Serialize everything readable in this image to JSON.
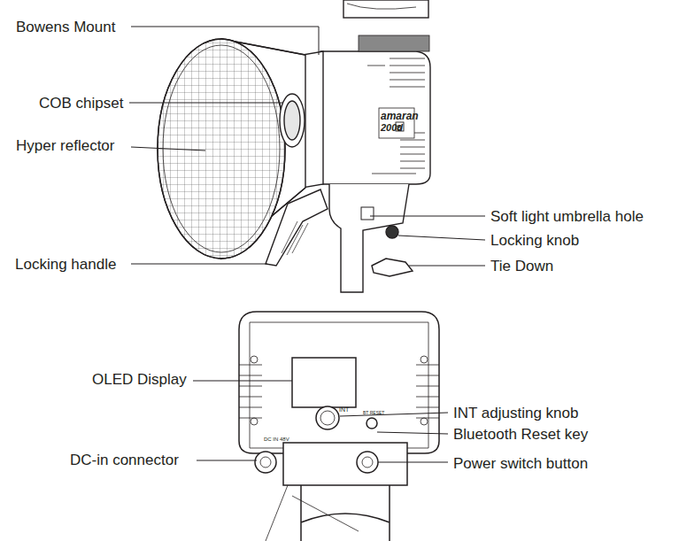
{
  "diagram": {
    "labels": [
      "Bowens Mount",
      "COB chipset",
      "Hyper reflector",
      "Locking handle",
      "Soft light umbrella hole",
      "Locking knob",
      "Tie Down",
      "OLED Display",
      "INT adjusting knob",
      "Bluetooth Reset key",
      "DC-in connector",
      "Power switch button",
      "amaran",
      "200d",
      "S",
      "INT",
      "BT RESET",
      "DC IN 48V"
    ]
  }
}
